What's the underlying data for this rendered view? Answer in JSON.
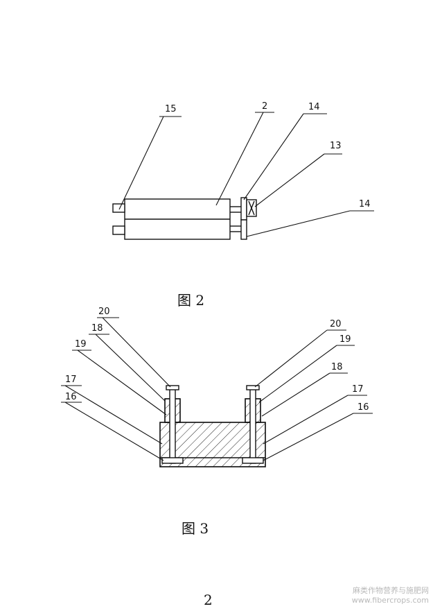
{
  "figure2": {
    "labels": {
      "l15": "15",
      "l2": "2",
      "l14_top": "14",
      "l13": "13",
      "l14_bottom": "14"
    },
    "caption": "图 2"
  },
  "figure3": {
    "labels": {
      "l20_left": "20",
      "l18_left": "18",
      "l19_left": "19",
      "l17_left": "17",
      "l16_left": "16",
      "l20_right": "20",
      "l19_right": "19",
      "l18_right": "18",
      "l17_right": "17",
      "l16_right": "16"
    },
    "caption": "图 3"
  },
  "page_number": "2",
  "watermark": {
    "line1": "麻类作物营养与施肥网",
    "line2": "www.fibercrops.com"
  }
}
